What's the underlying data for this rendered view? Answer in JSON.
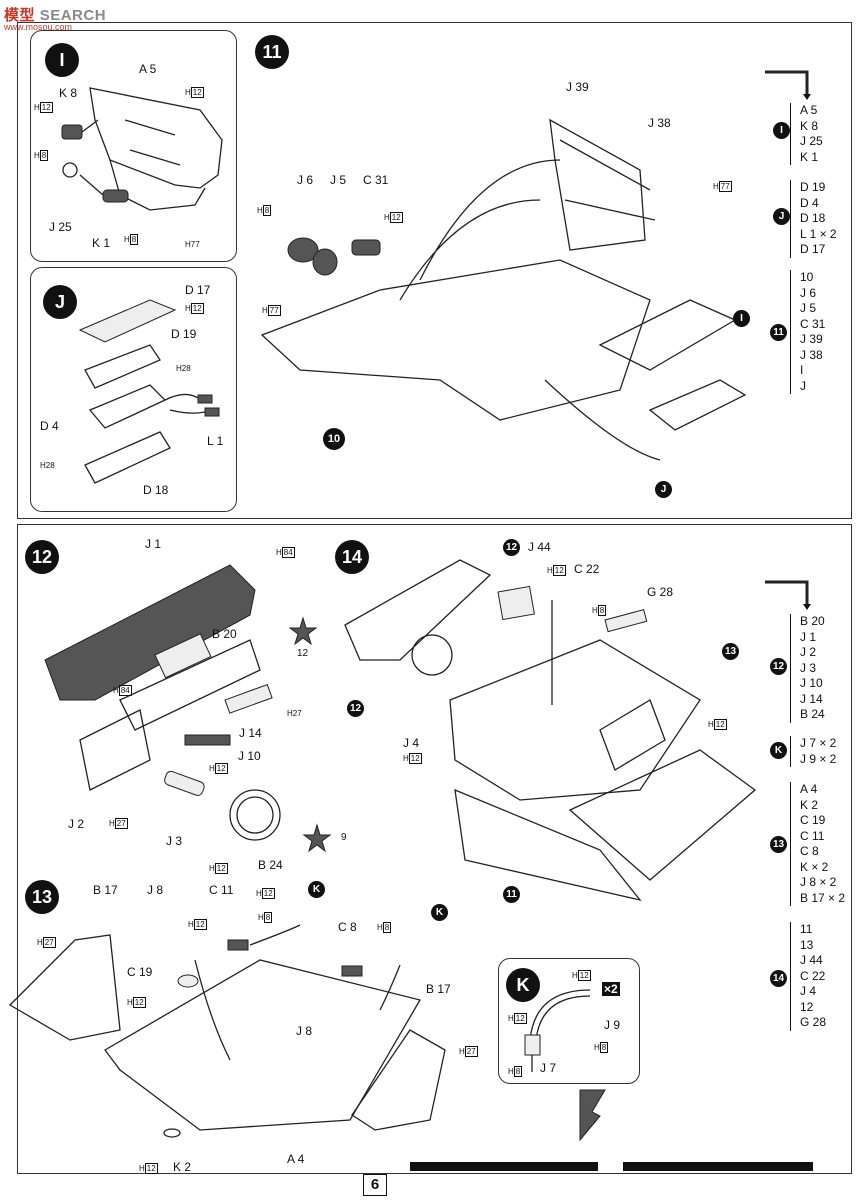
{
  "watermark": {
    "text_a": "模",
    "text_b": "型",
    "text_c": "SEARCH",
    "url": "www.mosou.com"
  },
  "page_number": "6",
  "step_i": {
    "badge": "I",
    "labels": {
      "a5": "A 5",
      "k8": "K 8",
      "j25": "J 25",
      "k1": "K 1"
    },
    "hmarks": {
      "h12_a": "12",
      "h12_b": "12",
      "h8_a": "8",
      "h8_b": "8",
      "h77": "77"
    }
  },
  "step_j": {
    "badge": "J",
    "labels": {
      "d17": "D 17",
      "d19": "D 19",
      "d4": "D 4",
      "l1": "L 1",
      "d18": "D 18"
    },
    "hmarks": {
      "h12": "12",
      "h28_a": "28",
      "h28_b": "28"
    }
  },
  "step_11": {
    "badge": "11",
    "labels": {
      "j39": "J 39",
      "j38": "J 38",
      "j6": "J 6",
      "j5": "J 5",
      "c31": "C 31"
    },
    "hmarks": {
      "h8": "8",
      "h12": "12",
      "h77_a": "77",
      "h77_b": "77"
    },
    "sub_badges": {
      "i": "I",
      "j": "J",
      "ten": "10"
    },
    "order": {
      "group_i": [
        "A 5",
        "K 8",
        "J 25",
        "K 1"
      ],
      "group_j": [
        "D 19",
        "D 4",
        "D 18",
        "L 1 × 2",
        "D 17"
      ],
      "group_11": [
        "10",
        "J 6",
        "J 5",
        "C 31",
        "J 39",
        "J 38",
        "I",
        "J"
      ]
    }
  },
  "step_12": {
    "badge": "12",
    "labels": {
      "j1": "J 1",
      "b20": "B 20",
      "j14": "J 14",
      "j10": "J 10",
      "j2": "J 2",
      "j3": "J 3",
      "b24": "B 24"
    },
    "hmarks": {
      "h84_a": "84",
      "h84_b": "84",
      "h27_a": "27",
      "h27_b": "27",
      "h12_a": "12",
      "h12_b": "12"
    },
    "decal_refs": {
      "a": "12",
      "b": "9"
    },
    "order": [
      "B 20",
      "J 1",
      "J 2",
      "J 3",
      "J 10",
      "J 14",
      "B 24"
    ],
    "order_k": [
      "J 7 × 2",
      "J 9 × 2"
    ]
  },
  "step_14": {
    "badge": "14",
    "labels": {
      "j44": "J 44",
      "c22": "C 22",
      "g28": "G 28",
      "j4": "J 4"
    },
    "hmarks": {
      "h12_a": "12",
      "h8": "8",
      "h12_b": "12",
      "h12_c": "12"
    },
    "sub_badges": {
      "twelve_a": "12",
      "twelve_b": "12",
      "thirteen": "13",
      "eleven": "11"
    },
    "order": [
      "11",
      "13",
      "J 44",
      "C 22",
      "J 4",
      "12",
      "G 28"
    ]
  },
  "step_13": {
    "badge": "13",
    "labels": {
      "b17_a": "B 17",
      "j8_a": "J 8",
      "c11": "C 11",
      "c19": "C 19",
      "c8": "C 8",
      "b17_b": "B 17",
      "j8_b": "J 8",
      "a4": "A 4",
      "k2": "K 2"
    },
    "hmarks": {
      "h27_a": "27",
      "h12_a": "12",
      "h12_b": "12",
      "h8_a": "8",
      "h12_c": "12",
      "h8_b": "8",
      "h27_b": "27",
      "h12_d": "12"
    },
    "order": [
      "A 4",
      "K 2",
      "C 19",
      "C 11",
      "C 8",
      "K × 2",
      "J 8 × 2",
      "B 17 × 2"
    ]
  },
  "step_k": {
    "badge": "K",
    "multiplier": "×2",
    "labels": {
      "j7": "J 7",
      "j9": "J 9"
    },
    "hmarks": {
      "h12_a": "12",
      "h12_b": "12",
      "h8_a": "8",
      "h8_b": "8"
    }
  }
}
